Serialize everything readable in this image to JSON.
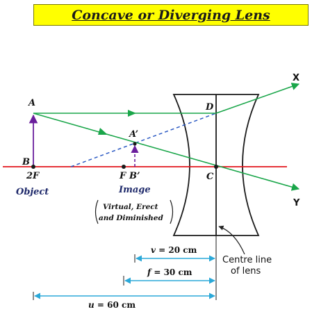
{
  "title": "Concave or Diverging Lens",
  "points": {
    "A": "A",
    "B": "B",
    "two_f": "2F",
    "a_prime": "A’",
    "f": "F",
    "b_prime": "B’",
    "C": "C",
    "D": "D",
    "X": "X",
    "Y": "Y"
  },
  "labels": {
    "object": "Object",
    "image": "Image",
    "image_nature_line1": "Virtual, Erect",
    "image_nature_line2": "and Diminished",
    "centre_line_1": "Centre line",
    "centre_line_2": "of lens"
  },
  "dimensions": {
    "v_var": "v",
    "v_val": " = 20 cm",
    "f_var": "f",
    "f_val": " = 30 cm",
    "u_var": "u",
    "u_val": " = 60 cm"
  },
  "colors": {
    "title_bg": "#ffff00",
    "principal_axis": "#e3141b",
    "rays": "#1aa64a",
    "extension": "#2b59c3",
    "object_arrow": "#6a1e9c",
    "dimension": "#2aa8d8"
  }
}
